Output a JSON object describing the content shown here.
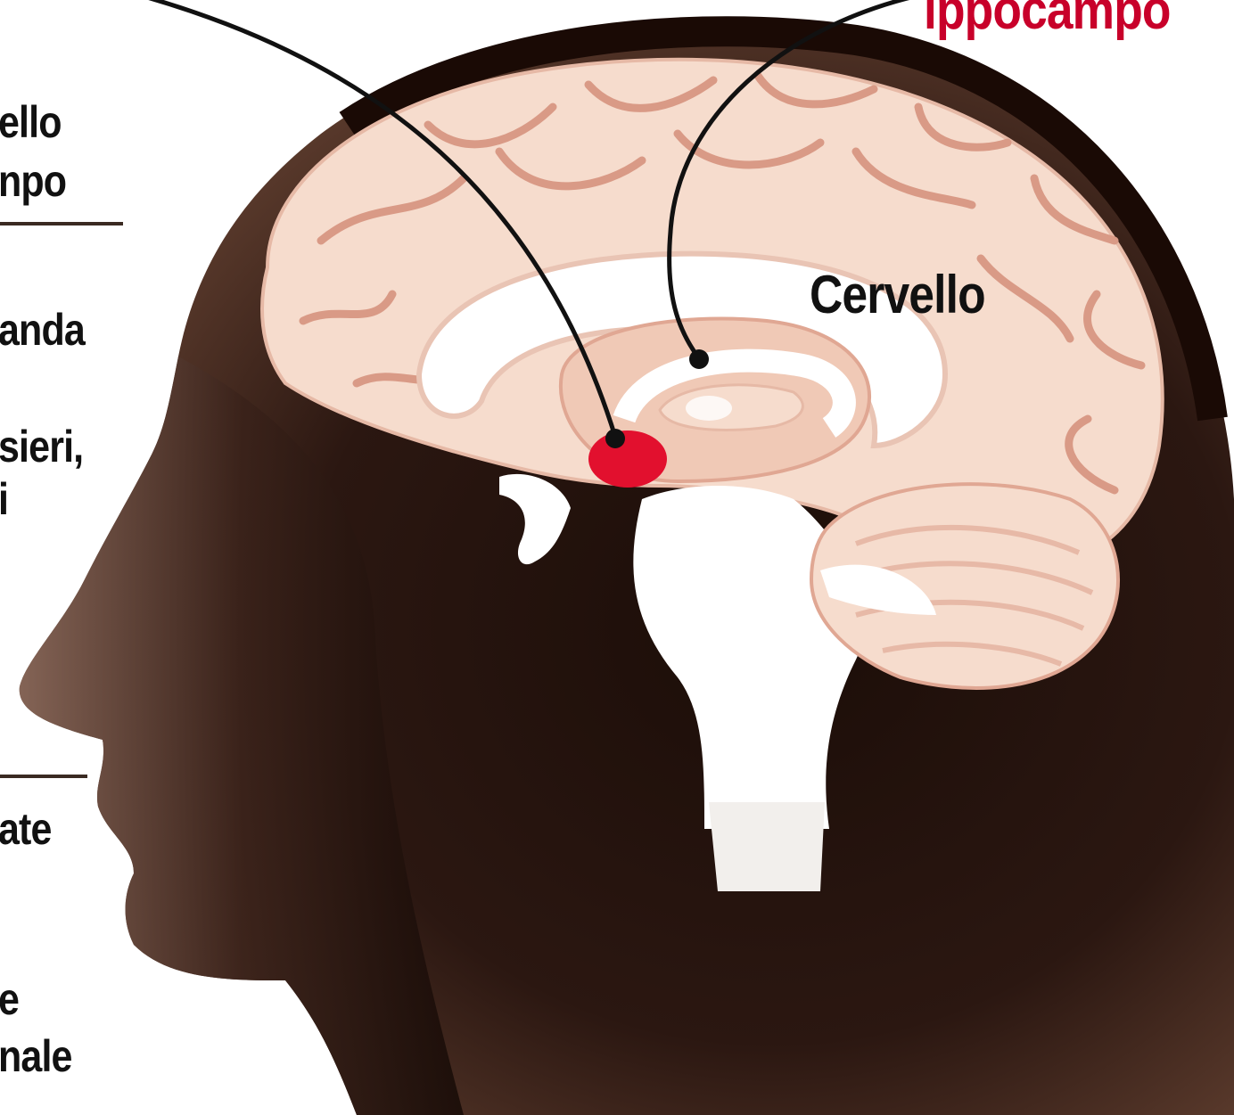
{
  "figure": {
    "labels": {
      "ippocampo": "ippocampo",
      "cervello": "Cervello"
    },
    "left_text": [
      "ello",
      "npo",
      "anda",
      "sieri,",
      "i",
      "ate",
      "e",
      "nale"
    ],
    "colors": {
      "label_text": "#111111",
      "highlight_label": "#c8002a",
      "highlight_region": "#e2102e",
      "brain_tissue": "#f6dccd",
      "brain_fold": "#d99a86",
      "head_silhouette": "#2a1710",
      "background": "#ffffff"
    },
    "icons": [
      "amygdala-marker",
      "hippocampus-marker"
    ]
  }
}
